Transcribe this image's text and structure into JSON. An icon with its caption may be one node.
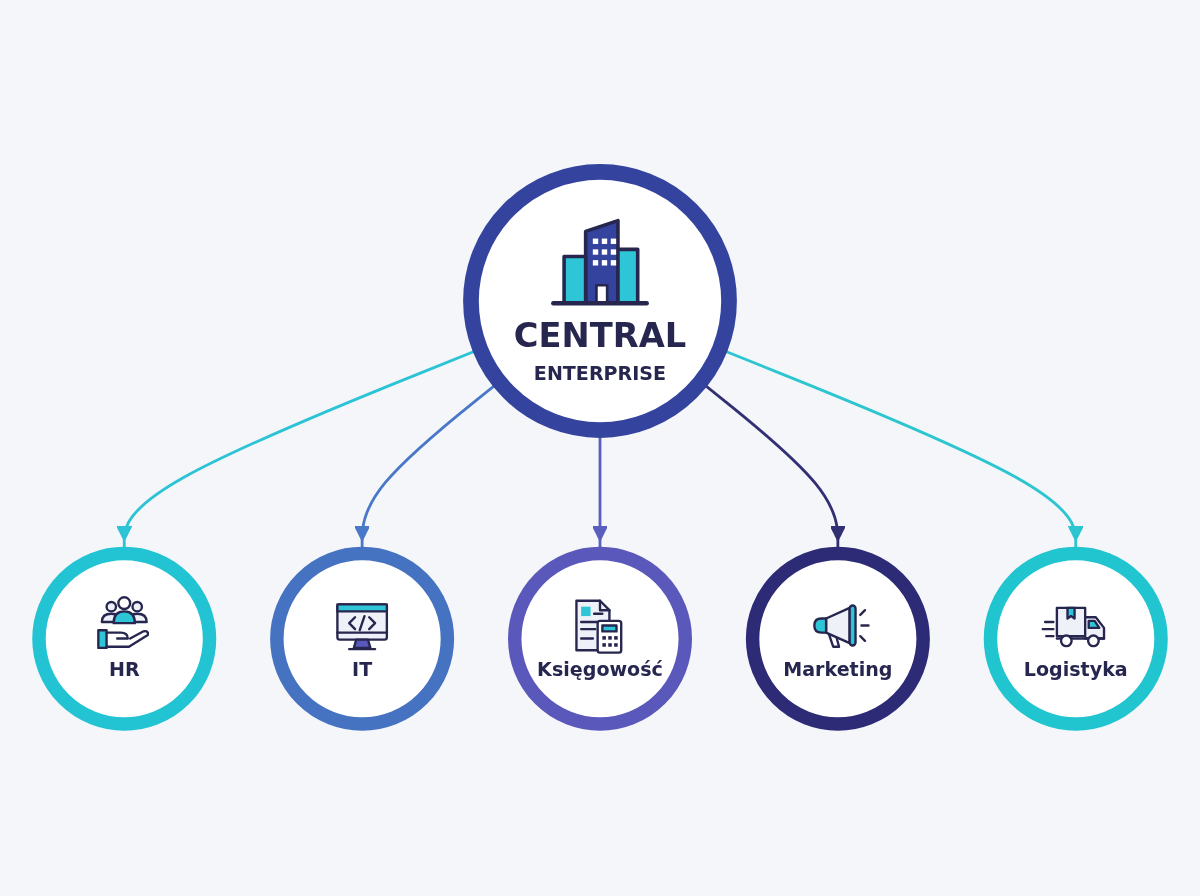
{
  "diagram": {
    "nodes": [
      {
        "text": [
          "CENTRAL",
          "ENTERPRISE"
        ]
      },
      {
        "text": [
          "HR"
        ]
      },
      {
        "text": [
          "IT"
        ]
      },
      {
        "text": [
          "Księgowość"
        ]
      },
      {
        "text": [
          "Marketing"
        ]
      },
      {
        "text": [
          "Logistyka"
        ]
      }
    ],
    "edges": [
      {
        "from": 0,
        "to": 1,
        "arrow": "to",
        "color": "#2cc3d6"
      },
      {
        "from": 0,
        "to": 2,
        "arrow": "to",
        "color": "#4a78c8"
      },
      {
        "from": 0,
        "to": 3,
        "arrow": "to",
        "color": "#5a5fbe"
      },
      {
        "from": 0,
        "to": 4,
        "arrow": "to",
        "color": "#322f72"
      },
      {
        "from": 0,
        "to": 5,
        "arrow": "to",
        "color": "#2cc5d0"
      }
    ]
  }
}
